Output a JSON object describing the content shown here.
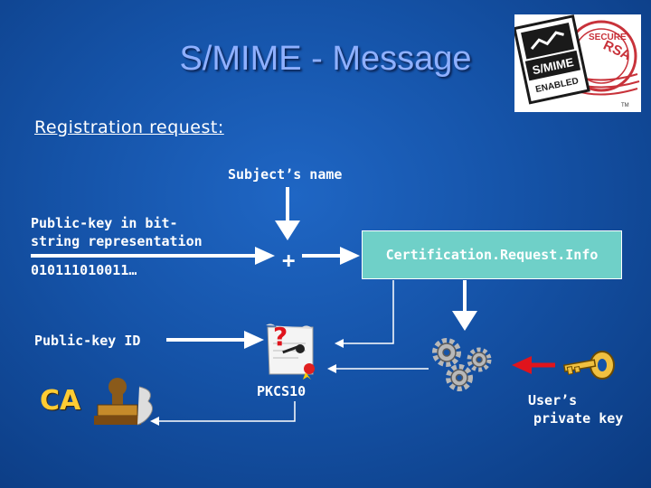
{
  "title": "S/MIME - Message",
  "subtitle": "Registration request:",
  "labels": {
    "subject_name": "Subject’s name",
    "public_key_line1": "Public-key in bit-",
    "public_key_line2": "string representation",
    "bitstring": "010111010011…",
    "plus": "+",
    "cert_request_info": "Certification.Request.Info",
    "public_key_id": "Public-key ID",
    "pkcs10": "PKCS10",
    "ca": "CA",
    "user_private_key_line1": "User’s",
    "user_private_key_line2": "private key"
  },
  "logo": {
    "text_main": "S/MIME",
    "text_enabled": "ENABLED",
    "stamp": "RSA",
    "stamp_arc": "SECURE",
    "tm": "TM"
  },
  "icons": {
    "certificate": "certificate-scroll-icon",
    "gears": "gears-icon",
    "key": "key-icon",
    "ca_stamp": "rubber-stamp-icon"
  },
  "colors": {
    "background": "#1553a8",
    "title": "#8fb0ff",
    "box": "#6fd0c8",
    "ca": "#ffcc33",
    "key_arrow": "#e0141c"
  }
}
